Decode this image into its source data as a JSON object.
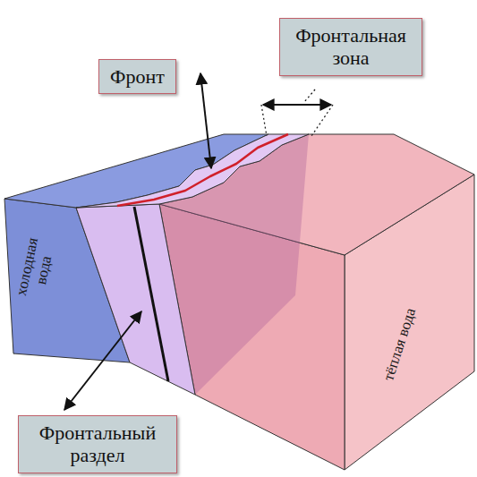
{
  "diagram": {
    "nodes": [
      {
        "text": [
          "Фронтальная зона"
        ]
      },
      {
        "text": [
          "Фронт"
        ]
      },
      {
        "text": [
          "Фронтальный раздел"
        ]
      }
    ],
    "labels": [
      "холодная вода",
      "тёплая вода"
    ]
  }
}
